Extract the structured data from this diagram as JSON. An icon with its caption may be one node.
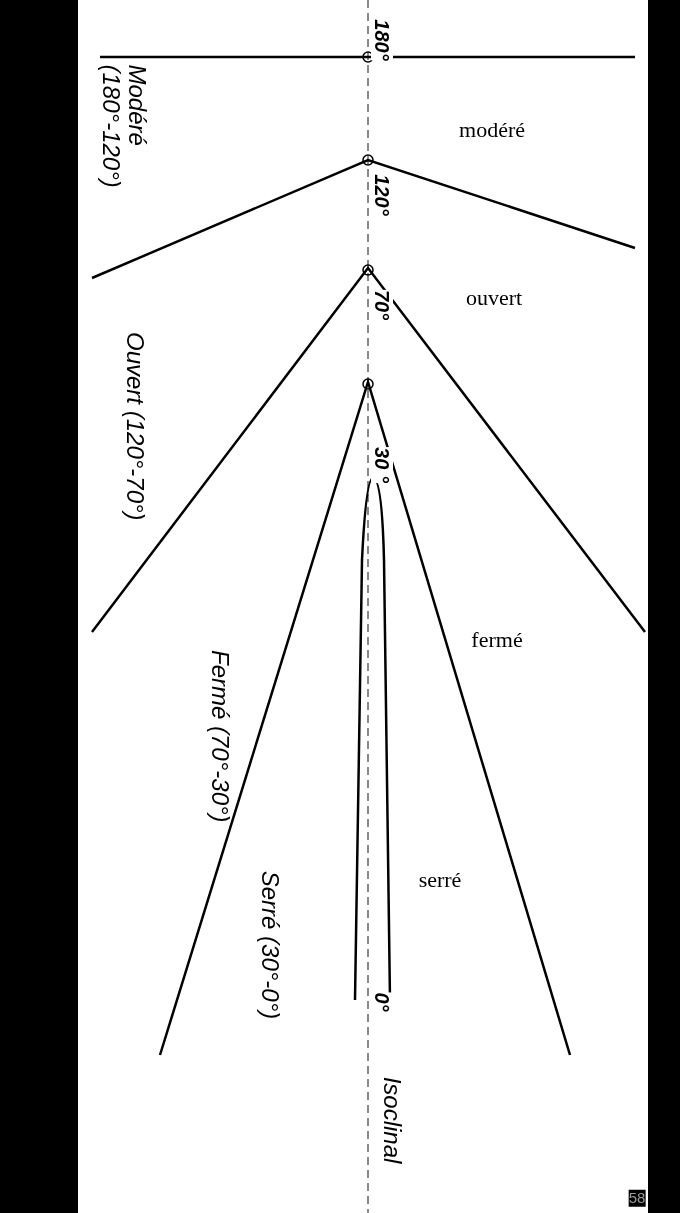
{
  "diagram": {
    "labels": [
      "Modéré (180°-120°)",
      "180°",
      "modéré",
      "120°",
      "70°",
      "ouvert",
      "Ouvert (120°-70°)",
      "30 °",
      "fermé",
      "Fermé (70°-30°)",
      "serré",
      "Serré (30°-0°)",
      "0°",
      "Isoclinal",
      "58"
    ]
  }
}
